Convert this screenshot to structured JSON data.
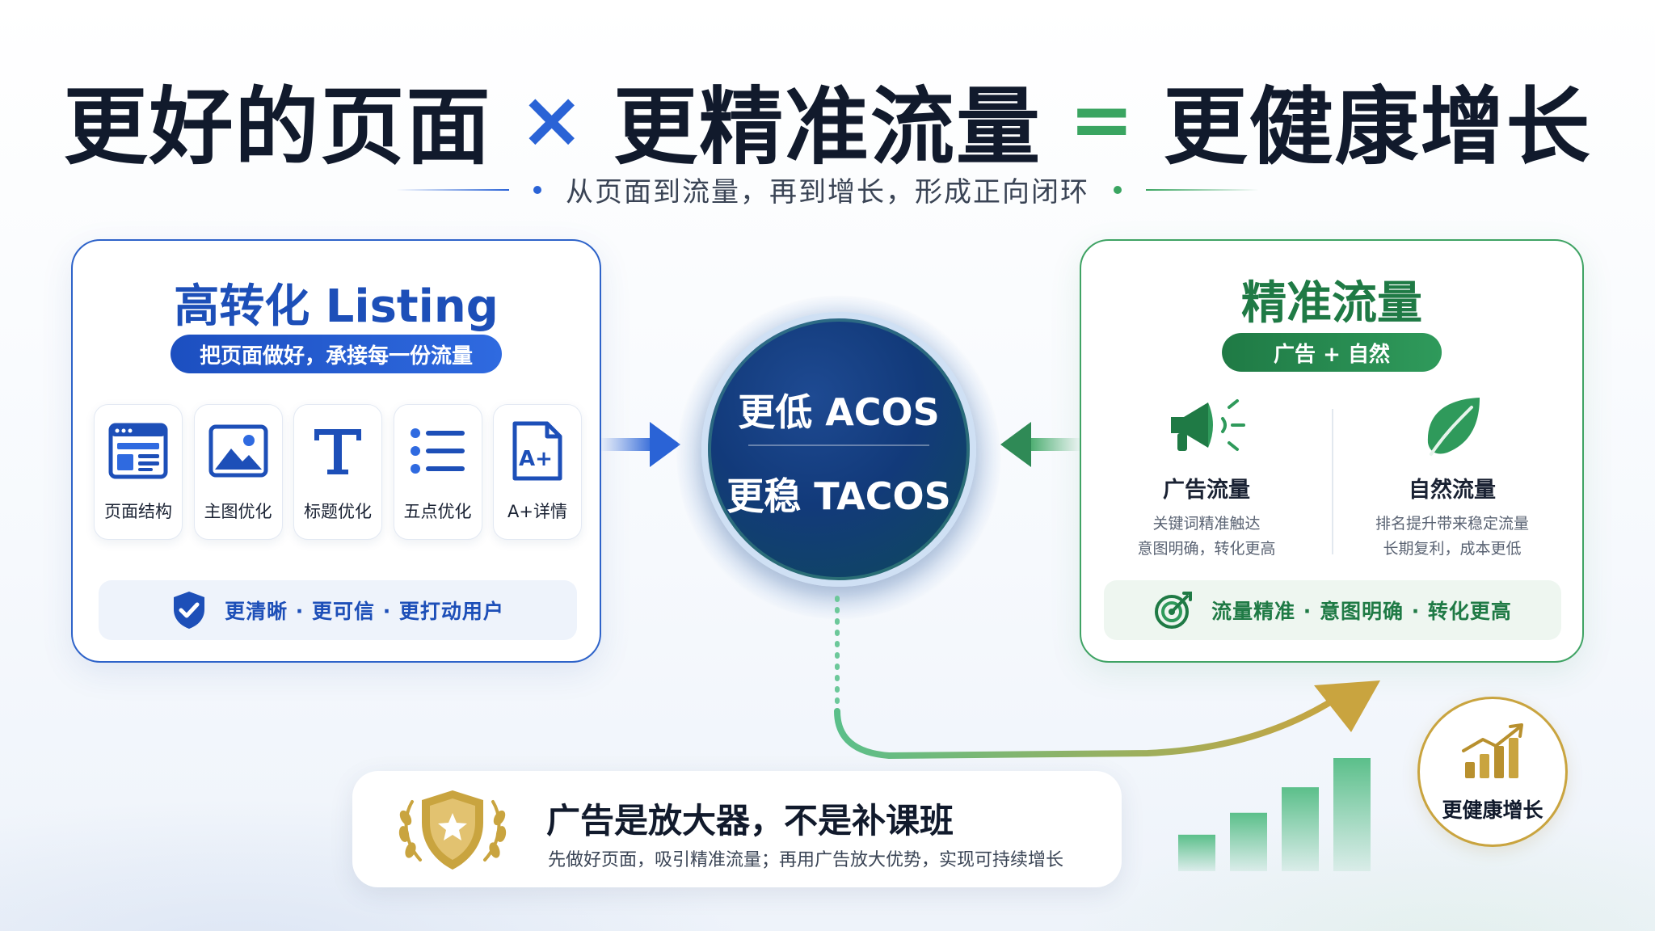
{
  "title": {
    "part1": "更好的页面",
    "op_times": "×",
    "part2": "更精准流量",
    "op_eq": "=",
    "part3": "更健康增长"
  },
  "subtitle": "从页面到流量，再到增长，形成正向闭环",
  "left_card": {
    "title": "高转化 Listing",
    "pill": "把页面做好，承接每一份流量",
    "features": [
      {
        "label": "页面结构",
        "icon": "page-layout-icon"
      },
      {
        "label": "主图优化",
        "icon": "image-icon"
      },
      {
        "label": "标题优化",
        "icon": "title-t-icon"
      },
      {
        "label": "五点优化",
        "icon": "bullet-list-icon"
      },
      {
        "label": "A+详情",
        "icon": "a-plus-doc-icon"
      }
    ],
    "footer": "更清晰 · 更可信 · 更打动用户",
    "footer_icon": "shield-check-icon"
  },
  "center": {
    "line1": "更低 ACOS",
    "line2": "更稳 TACOS"
  },
  "right_card": {
    "title": "精准流量",
    "pill": "广告 + 自然",
    "flows": [
      {
        "name": "广告流量",
        "desc1": "关键词精准触达",
        "desc2": "意图明确，转化更高",
        "icon": "megaphone-icon"
      },
      {
        "name": "自然流量",
        "desc1": "排名提升带来稳定流量",
        "desc2": "长期复利，成本更低",
        "icon": "leaf-icon"
      }
    ],
    "footer": "流量精准 · 意图明确 · 转化更高",
    "footer_icon": "target-icon"
  },
  "banner": {
    "title": "广告是放大器，不是补课班",
    "desc": "先做好页面，吸引精准流量；再用广告放大优势，实现可持续增长",
    "icon": "gold-shield-star-icon"
  },
  "growth_badge": {
    "label": "更健康增长",
    "icon": "growth-bars-icon"
  },
  "growth_bars": [
    1,
    1.6,
    2.3,
    3.1
  ],
  "colors": {
    "blue": "#2a63d6",
    "green": "#3aa561",
    "gold": "#c9a43f",
    "navy": "#123a7a"
  }
}
